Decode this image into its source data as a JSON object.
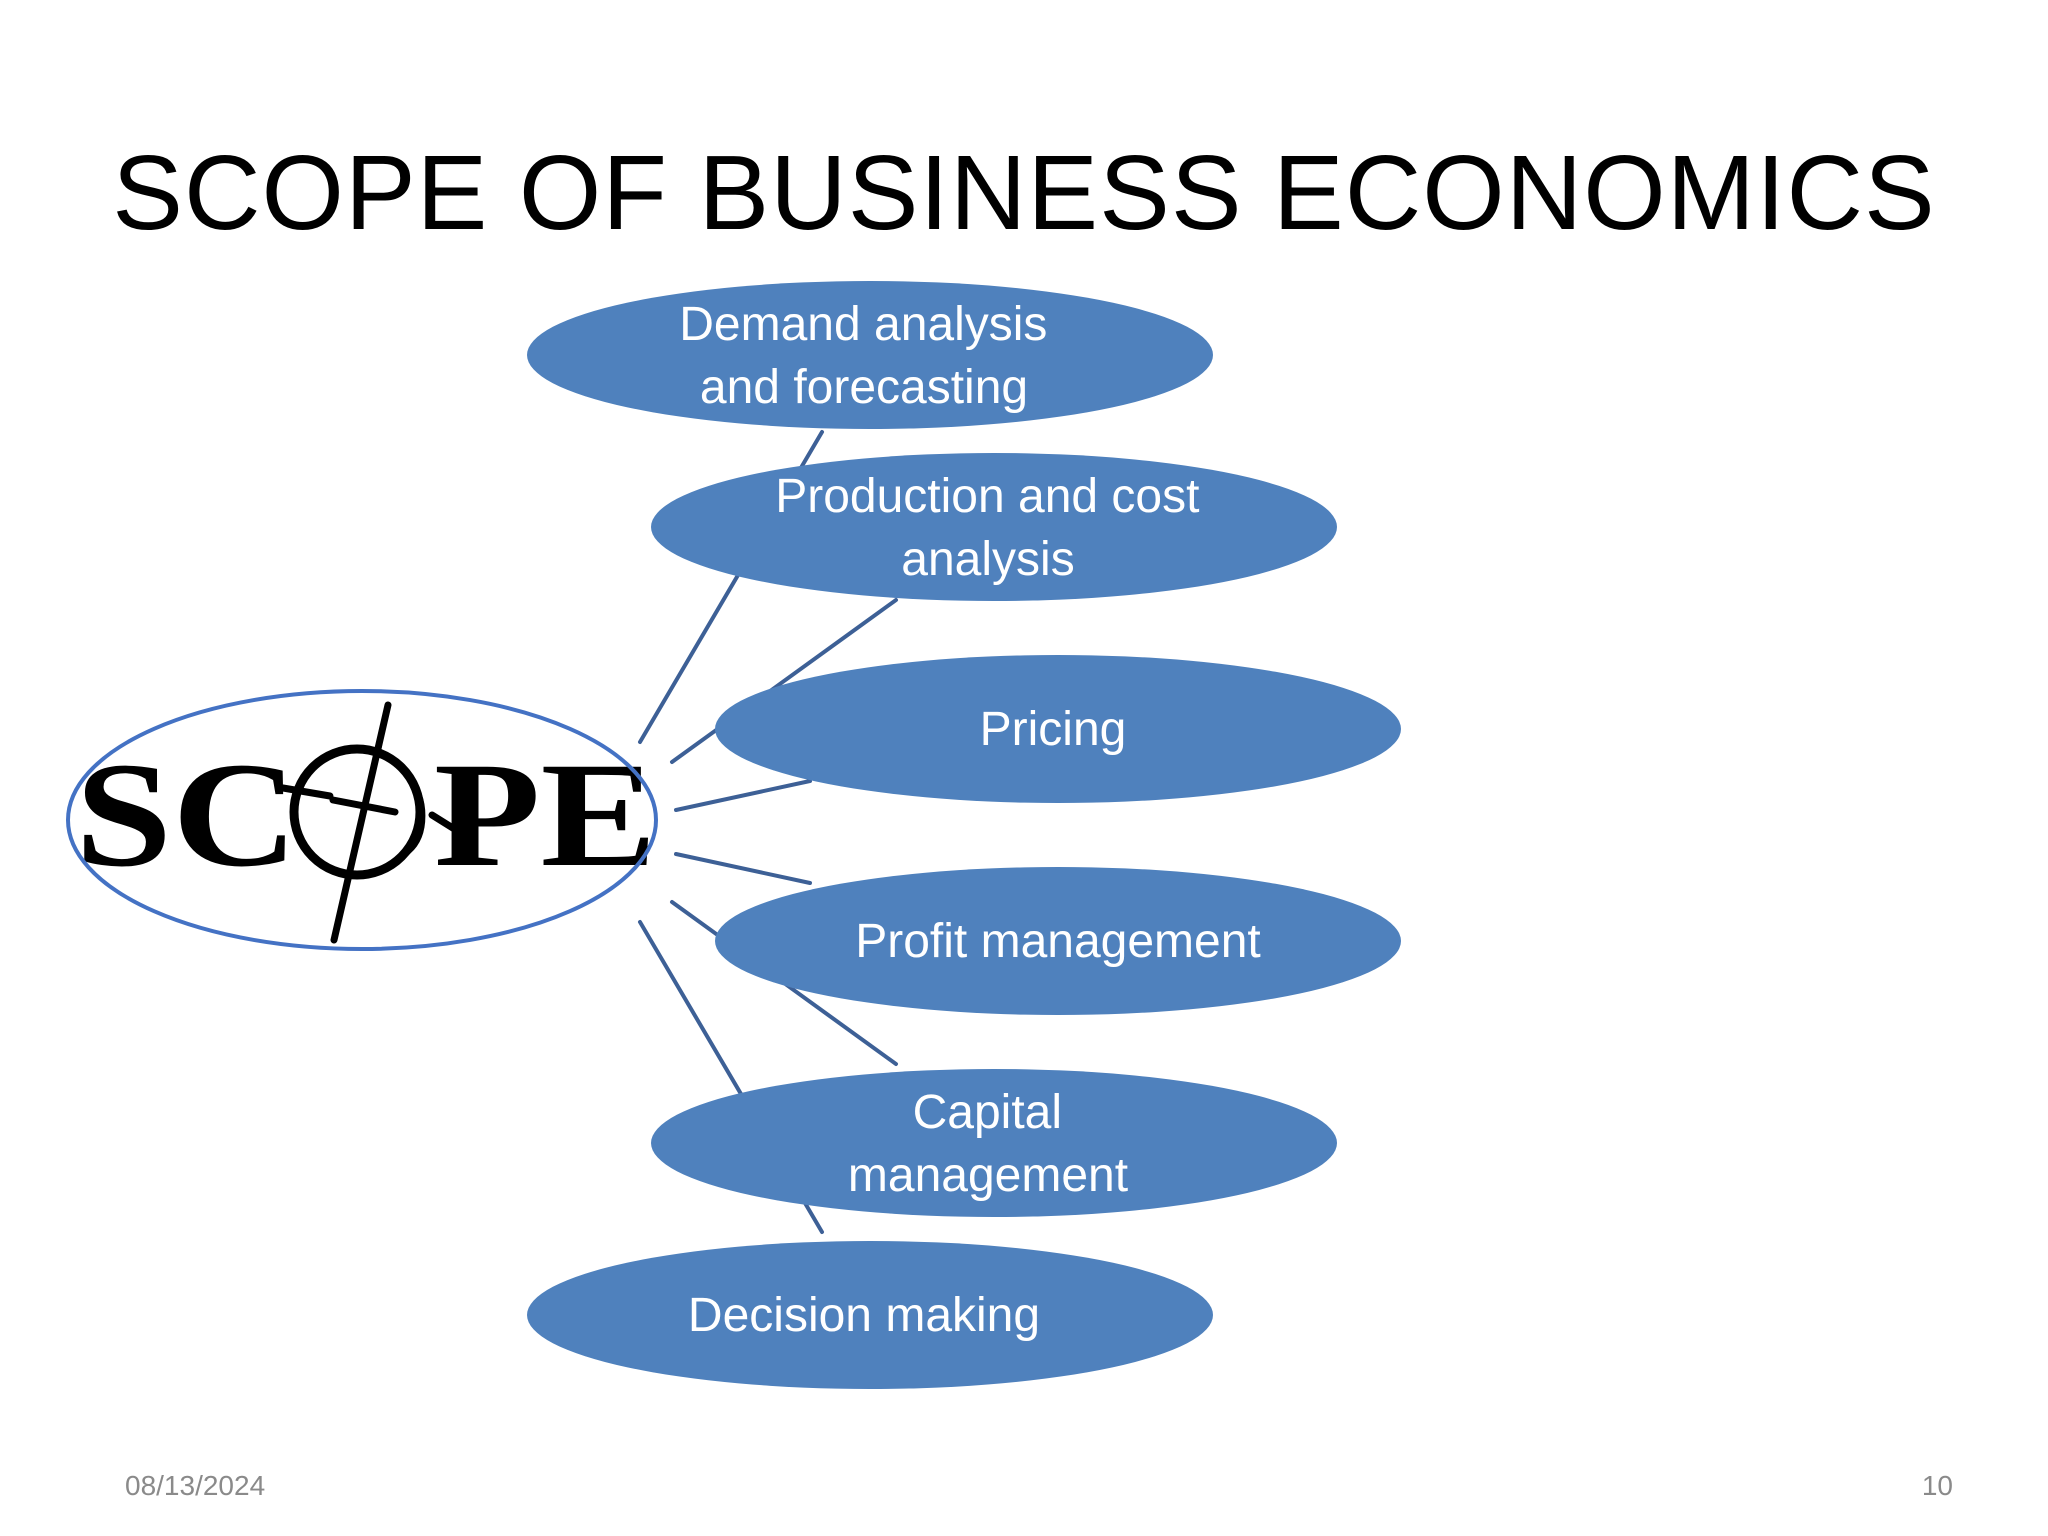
{
  "slide": {
    "title": "SCOPE OF BUSINESS ECONOMICS",
    "date": "08/13/2024",
    "page_number": "10"
  },
  "center": {
    "logo_text": "SCOPE",
    "outline_color": "#4472c4"
  },
  "nodes": [
    {
      "id": "demand",
      "lines": [
        "Demand analysis",
        "and forecasting"
      ]
    },
    {
      "id": "production",
      "lines": [
        "Production and cost",
        "analysis"
      ]
    },
    {
      "id": "pricing",
      "lines": [
        "Pricing"
      ]
    },
    {
      "id": "profit",
      "lines": [
        "Profit management"
      ]
    },
    {
      "id": "capital",
      "lines": [
        "Capital",
        "management"
      ]
    },
    {
      "id": "decision",
      "lines": [
        "Decision making"
      ]
    }
  ],
  "colors": {
    "node_fill": "#4f81bd",
    "node_text": "#ffffff",
    "connector": "#3d6096",
    "footer_text": "#8a8a8a"
  }
}
